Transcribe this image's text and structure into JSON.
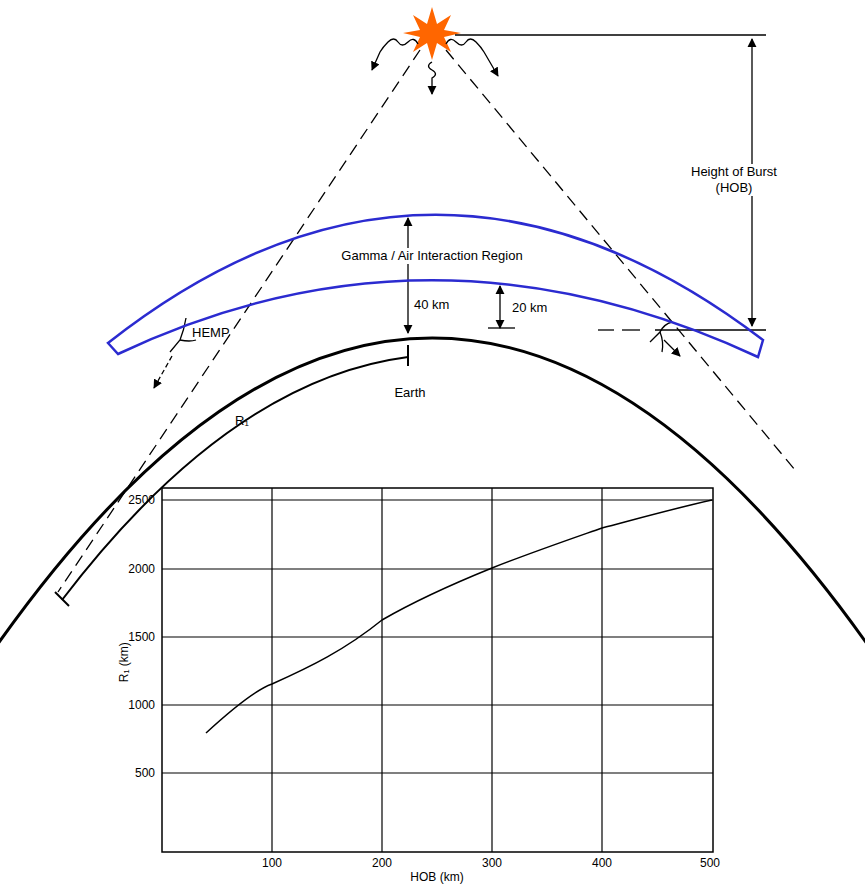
{
  "diagram": {
    "nodes": [
      {
        "text": [
          "Gamma / Air Interaction Region"
        ]
      }
    ],
    "labels": [
      "Height of Burst (HOB)",
      "40 km",
      "20 km",
      "HEMP",
      "Earth",
      "R₁",
      "2500",
      "2000",
      "1500",
      "1000",
      "500",
      "100",
      "200",
      "300",
      "400",
      "500",
      "R₁ (km)",
      "HOB (km)"
    ]
  }
}
